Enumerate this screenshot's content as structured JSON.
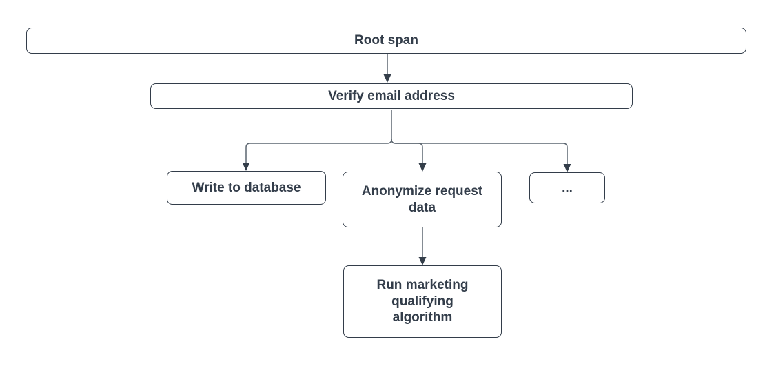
{
  "diagram": {
    "type": "flowchart",
    "background_color": "#ffffff",
    "node_border_color": "#333d4a",
    "node_text_color": "#333d4a",
    "connector_color": "#5c6670",
    "arrowhead_color": "#343e4a",
    "nodes": {
      "root": {
        "label": "Root span"
      },
      "verify": {
        "label": "Verify email address"
      },
      "write_db": {
        "label": "Write to database"
      },
      "anonymize": {
        "label": "Anonymize request data",
        "lines": [
          "Anonymize request",
          "data"
        ]
      },
      "more": {
        "label": "..."
      },
      "run_marketing": {
        "label": "Run marketing qualifying algorithm",
        "lines": [
          "Run marketing",
          "qualifying",
          "algorithm"
        ]
      }
    },
    "edges": [
      {
        "from": "root",
        "to": "verify"
      },
      {
        "from": "verify",
        "to": "write_db"
      },
      {
        "from": "verify",
        "to": "anonymize"
      },
      {
        "from": "verify",
        "to": "more"
      },
      {
        "from": "anonymize",
        "to": "run_marketing"
      }
    ]
  }
}
